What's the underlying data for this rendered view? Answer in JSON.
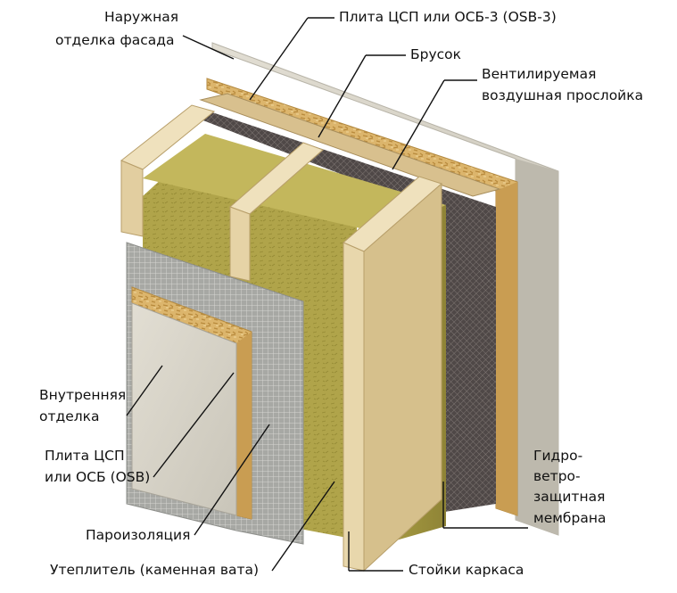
{
  "labels": {
    "facade_line1": "Наружная",
    "facade_line2": "отделка фасада",
    "board_outer": "Плита ЦСП или ОСБ-3 (OSB-3)",
    "batten": "Брусок",
    "vent_line1": "Вентилируемая",
    "vent_line2": "воздушная прослойка",
    "inner_line1": "Внутренняя",
    "inner_line2": "отделка",
    "board_inner_line1": "Плита ЦСП",
    "board_inner_line2": "или ОСБ (OSB)",
    "vapor": "Пароизоляция",
    "insulation": "Утеплитель (каменная вата)",
    "studs": "Стойки каркаса",
    "membrane_line1": "Гидро-",
    "membrane_line2": "ветро-",
    "membrane_line3": "защитная",
    "membrane_line4": "мембрана"
  },
  "colors": {
    "stucco": "#d8d4c8",
    "osb": "#d9b46a",
    "wood": "#e6d2a3",
    "wool": "#b2a64c",
    "membrane": "#5a5250",
    "vapor_film": "#a9aaa6"
  }
}
